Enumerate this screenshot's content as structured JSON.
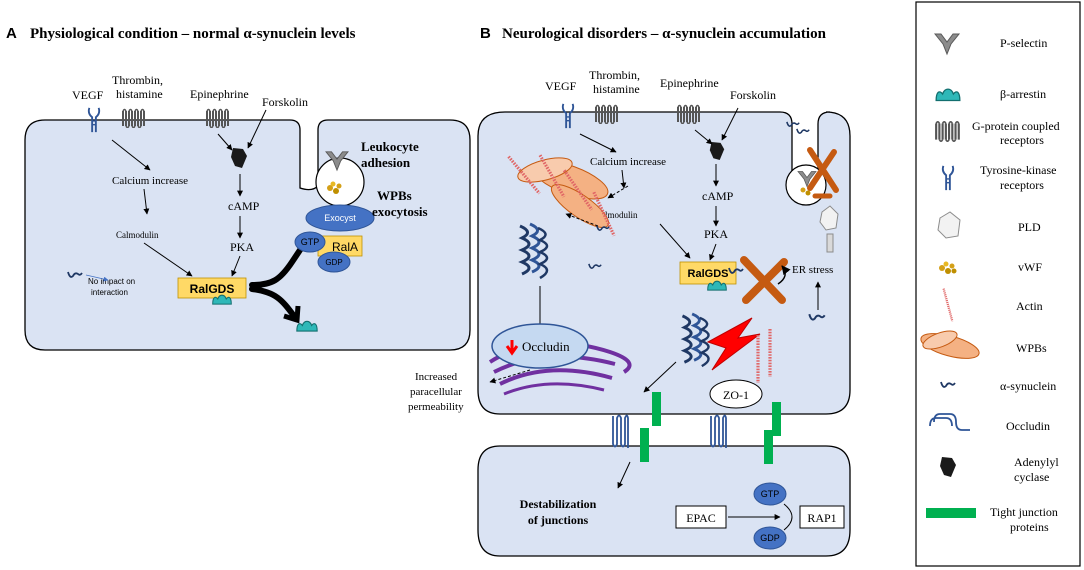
{
  "panel_a": {
    "letter": "A",
    "title": "Physiological condition – normal α-synuclein levels",
    "vegf": "VEGF",
    "thrombin_1": "Thrombin,",
    "thrombin_2": "histamine",
    "epinephrine": "Epinephrine",
    "forskolin": "Forskolin",
    "calcium": "Calcium increase",
    "camp": "cAMP",
    "calmodulin": "Calmodulin",
    "pka": "PKA",
    "ralgds": "RalGDS",
    "no_impact_1": "No impact on",
    "no_impact_2": "interaction",
    "exocyst": "Exocyst",
    "gtp": "GTP",
    "rala": "RalA",
    "gdp": "GDP",
    "leukocyte_1": "Leukocyte",
    "leukocyte_2": "adhesion",
    "wpbs_1": "WPBs",
    "wpbs_2": "exocytosis"
  },
  "panel_b": {
    "letter": "B",
    "title": "Neurological disorders – α-synuclein accumulation",
    "vegf": "VEGF",
    "thrombin_1": "Thrombin,",
    "thrombin_2": "histamine",
    "epinephrine": "Epinephrine",
    "forskolin": "Forskolin",
    "calcium": "Calcium increase",
    "camp": "cAMP",
    "calmodulin": "Calmodulin",
    "pka": "PKA",
    "ralgds": "RalGDS",
    "er_stress": "ER stress",
    "occludin": "Occludin",
    "increased_1": "Increased",
    "increased_2": "paracellular",
    "increased_3": "permeability",
    "zo1": "ZO-1",
    "destab_1": "Destabilization",
    "destab_2": "of junctions",
    "epac": "EPAC",
    "gtp": "GTP",
    "gdp": "GDP",
    "rap1": "RAP1"
  },
  "legend": {
    "items": [
      {
        "label": "P-selectin",
        "icon": "p-selectin-icon"
      },
      {
        "label": "β-arrestin",
        "icon": "beta-arrestin-icon"
      },
      {
        "label": "G-protein coupled receptors",
        "icon": "gpcr-icon"
      },
      {
        "label": "Tyrosine-kinase receptors",
        "icon": "tyrosine-kinase-icon"
      },
      {
        "label": "PLD",
        "icon": "pld-icon"
      },
      {
        "label": "vWF",
        "icon": "vwf-icon"
      },
      {
        "label": "Actin",
        "icon": "actin-icon"
      },
      {
        "label": "WPBs",
        "icon": "wpbs-icon"
      },
      {
        "label": "α-synuclein",
        "icon": "alpha-synuclein-icon"
      },
      {
        "label": "Occludin",
        "icon": "occludin-icon"
      },
      {
        "label": "Adenylyl cyclase",
        "icon": "adenylyl-cyclase-icon"
      },
      {
        "label": "Tight junction proteins",
        "icon": "tight-junction-icon"
      }
    ],
    "lines": {
      "l2a": "G-protein coupled",
      "l2b": "receptors",
      "l3a": "Tyrosine-kinase",
      "l3b": "receptors",
      "l10a": "Adenylyl",
      "l10b": "cyclase",
      "l11a": "Tight junction",
      "l11b": "proteins"
    }
  },
  "colors": {
    "cell_fill": "#dae3f3",
    "ralgds_fill": "#ffd966",
    "exocyst_fill": "#4472c4",
    "tight_junction": "#00b050",
    "actin": "#e06666",
    "wpb": "#f4b183",
    "inhibit": "#c55a11",
    "stress": "#ff0000"
  }
}
